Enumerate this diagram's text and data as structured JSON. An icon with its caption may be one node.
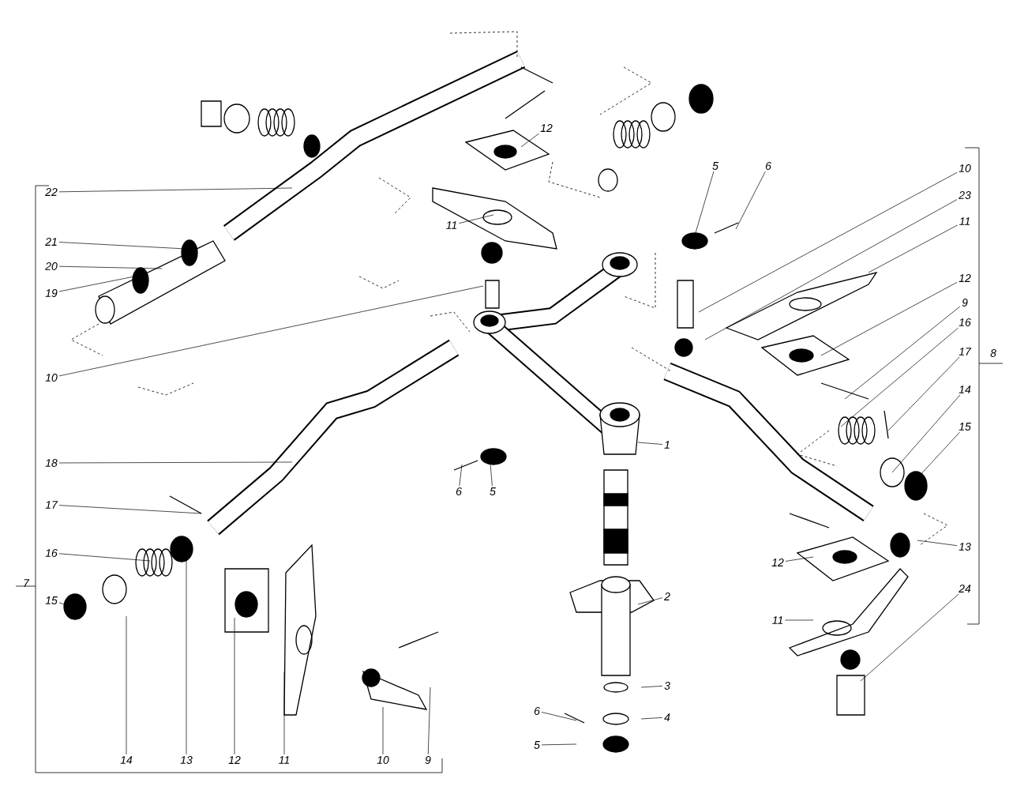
{
  "diagram": {
    "nodes": [
      {
        "text": [
          "22"
        ]
      },
      {
        "text": [
          "21"
        ]
      },
      {
        "text": [
          "20"
        ]
      },
      {
        "text": [
          "19"
        ]
      },
      {
        "text": [
          "10"
        ]
      },
      {
        "text": [
          "18"
        ]
      },
      {
        "text": [
          "17"
        ]
      },
      {
        "text": [
          "16"
        ]
      },
      {
        "text": [
          "15"
        ]
      },
      {
        "text": [
          "14"
        ]
      },
      {
        "text": [
          "13"
        ]
      },
      {
        "text": [
          "12"
        ]
      },
      {
        "text": [
          "11"
        ]
      },
      {
        "text": [
          "10"
        ]
      },
      {
        "text": [
          "9"
        ]
      },
      {
        "text": [
          "12"
        ]
      },
      {
        "text": [
          "11"
        ]
      },
      {
        "text": [
          "6"
        ]
      },
      {
        "text": [
          "5"
        ]
      },
      {
        "text": [
          "1"
        ]
      },
      {
        "text": [
          "2"
        ]
      },
      {
        "text": [
          "3"
        ]
      },
      {
        "text": [
          "6"
        ]
      },
      {
        "text": [
          "4"
        ]
      },
      {
        "text": [
          "5"
        ]
      },
      {
        "text": [
          "5"
        ]
      },
      {
        "text": [
          "6"
        ]
      },
      {
        "text": [
          "10"
        ]
      },
      {
        "text": [
          "23"
        ]
      },
      {
        "text": [
          "11"
        ]
      },
      {
        "text": [
          "12"
        ]
      },
      {
        "text": [
          "9"
        ]
      },
      {
        "text": [
          "16"
        ]
      },
      {
        "text": [
          "17"
        ]
      },
      {
        "text": [
          "14"
        ]
      },
      {
        "text": [
          "15"
        ]
      },
      {
        "text": [
          "13"
        ]
      },
      {
        "text": [
          "12"
        ]
      },
      {
        "text": [
          "11"
        ]
      },
      {
        "text": [
          "24"
        ]
      }
    ],
    "edges": [
      {
        "from": 0,
        "to": null,
        "arrow": "none"
      },
      {
        "from": 1,
        "to": null,
        "arrow": "none"
      },
      {
        "from": 2,
        "to": null,
        "arrow": "none"
      },
      {
        "from": 3,
        "to": null,
        "arrow": "none"
      },
      {
        "from": 4,
        "to": null,
        "arrow": "none"
      },
      {
        "from": 5,
        "to": null,
        "arrow": "none"
      },
      {
        "from": 6,
        "to": null,
        "arrow": "none"
      },
      {
        "from": 7,
        "to": null,
        "arrow": "none"
      },
      {
        "from": 8,
        "to": null,
        "arrow": "none"
      },
      {
        "from": 9,
        "to": null,
        "arrow": "none"
      },
      {
        "from": 10,
        "to": null,
        "arrow": "none"
      },
      {
        "from": 11,
        "to": null,
        "arrow": "none"
      },
      {
        "from": 12,
        "to": null,
        "arrow": "none"
      },
      {
        "from": 13,
        "to": null,
        "arrow": "none"
      },
      {
        "from": 14,
        "to": null,
        "arrow": "none"
      },
      {
        "from": 15,
        "to": null,
        "arrow": "none"
      },
      {
        "from": 16,
        "to": null,
        "arrow": "none"
      },
      {
        "from": 17,
        "to": null,
        "arrow": "none"
      },
      {
        "from": 18,
        "to": null,
        "arrow": "none"
      },
      {
        "from": 19,
        "to": null,
        "arrow": "none"
      },
      {
        "from": 20,
        "to": null,
        "arrow": "none"
      },
      {
        "from": 21,
        "to": null,
        "arrow": "none"
      },
      {
        "from": 22,
        "to": null,
        "arrow": "none"
      },
      {
        "from": 23,
        "to": null,
        "arrow": "none"
      },
      {
        "from": 24,
        "to": null,
        "arrow": "none"
      },
      {
        "from": 25,
        "to": null,
        "arrow": "none"
      },
      {
        "from": 26,
        "to": null,
        "arrow": "none"
      },
      {
        "from": 27,
        "to": null,
        "arrow": "none"
      },
      {
        "from": 28,
        "to": null,
        "arrow": "none"
      },
      {
        "from": 29,
        "to": null,
        "arrow": "none"
      },
      {
        "from": 30,
        "to": null,
        "arrow": "none"
      },
      {
        "from": 31,
        "to": null,
        "arrow": "none"
      },
      {
        "from": 32,
        "to": null,
        "arrow": "none"
      },
      {
        "from": 33,
        "to": null,
        "arrow": "none"
      },
      {
        "from": 34,
        "to": null,
        "arrow": "none"
      },
      {
        "from": 35,
        "to": null,
        "arrow": "none"
      },
      {
        "from": 36,
        "to": null,
        "arrow": "none"
      },
      {
        "from": 37,
        "to": null,
        "arrow": "none"
      },
      {
        "from": 38,
        "to": null,
        "arrow": "none"
      },
      {
        "from": 39,
        "to": null,
        "arrow": "none"
      }
    ],
    "labels": [
      "7",
      "8"
    ]
  }
}
